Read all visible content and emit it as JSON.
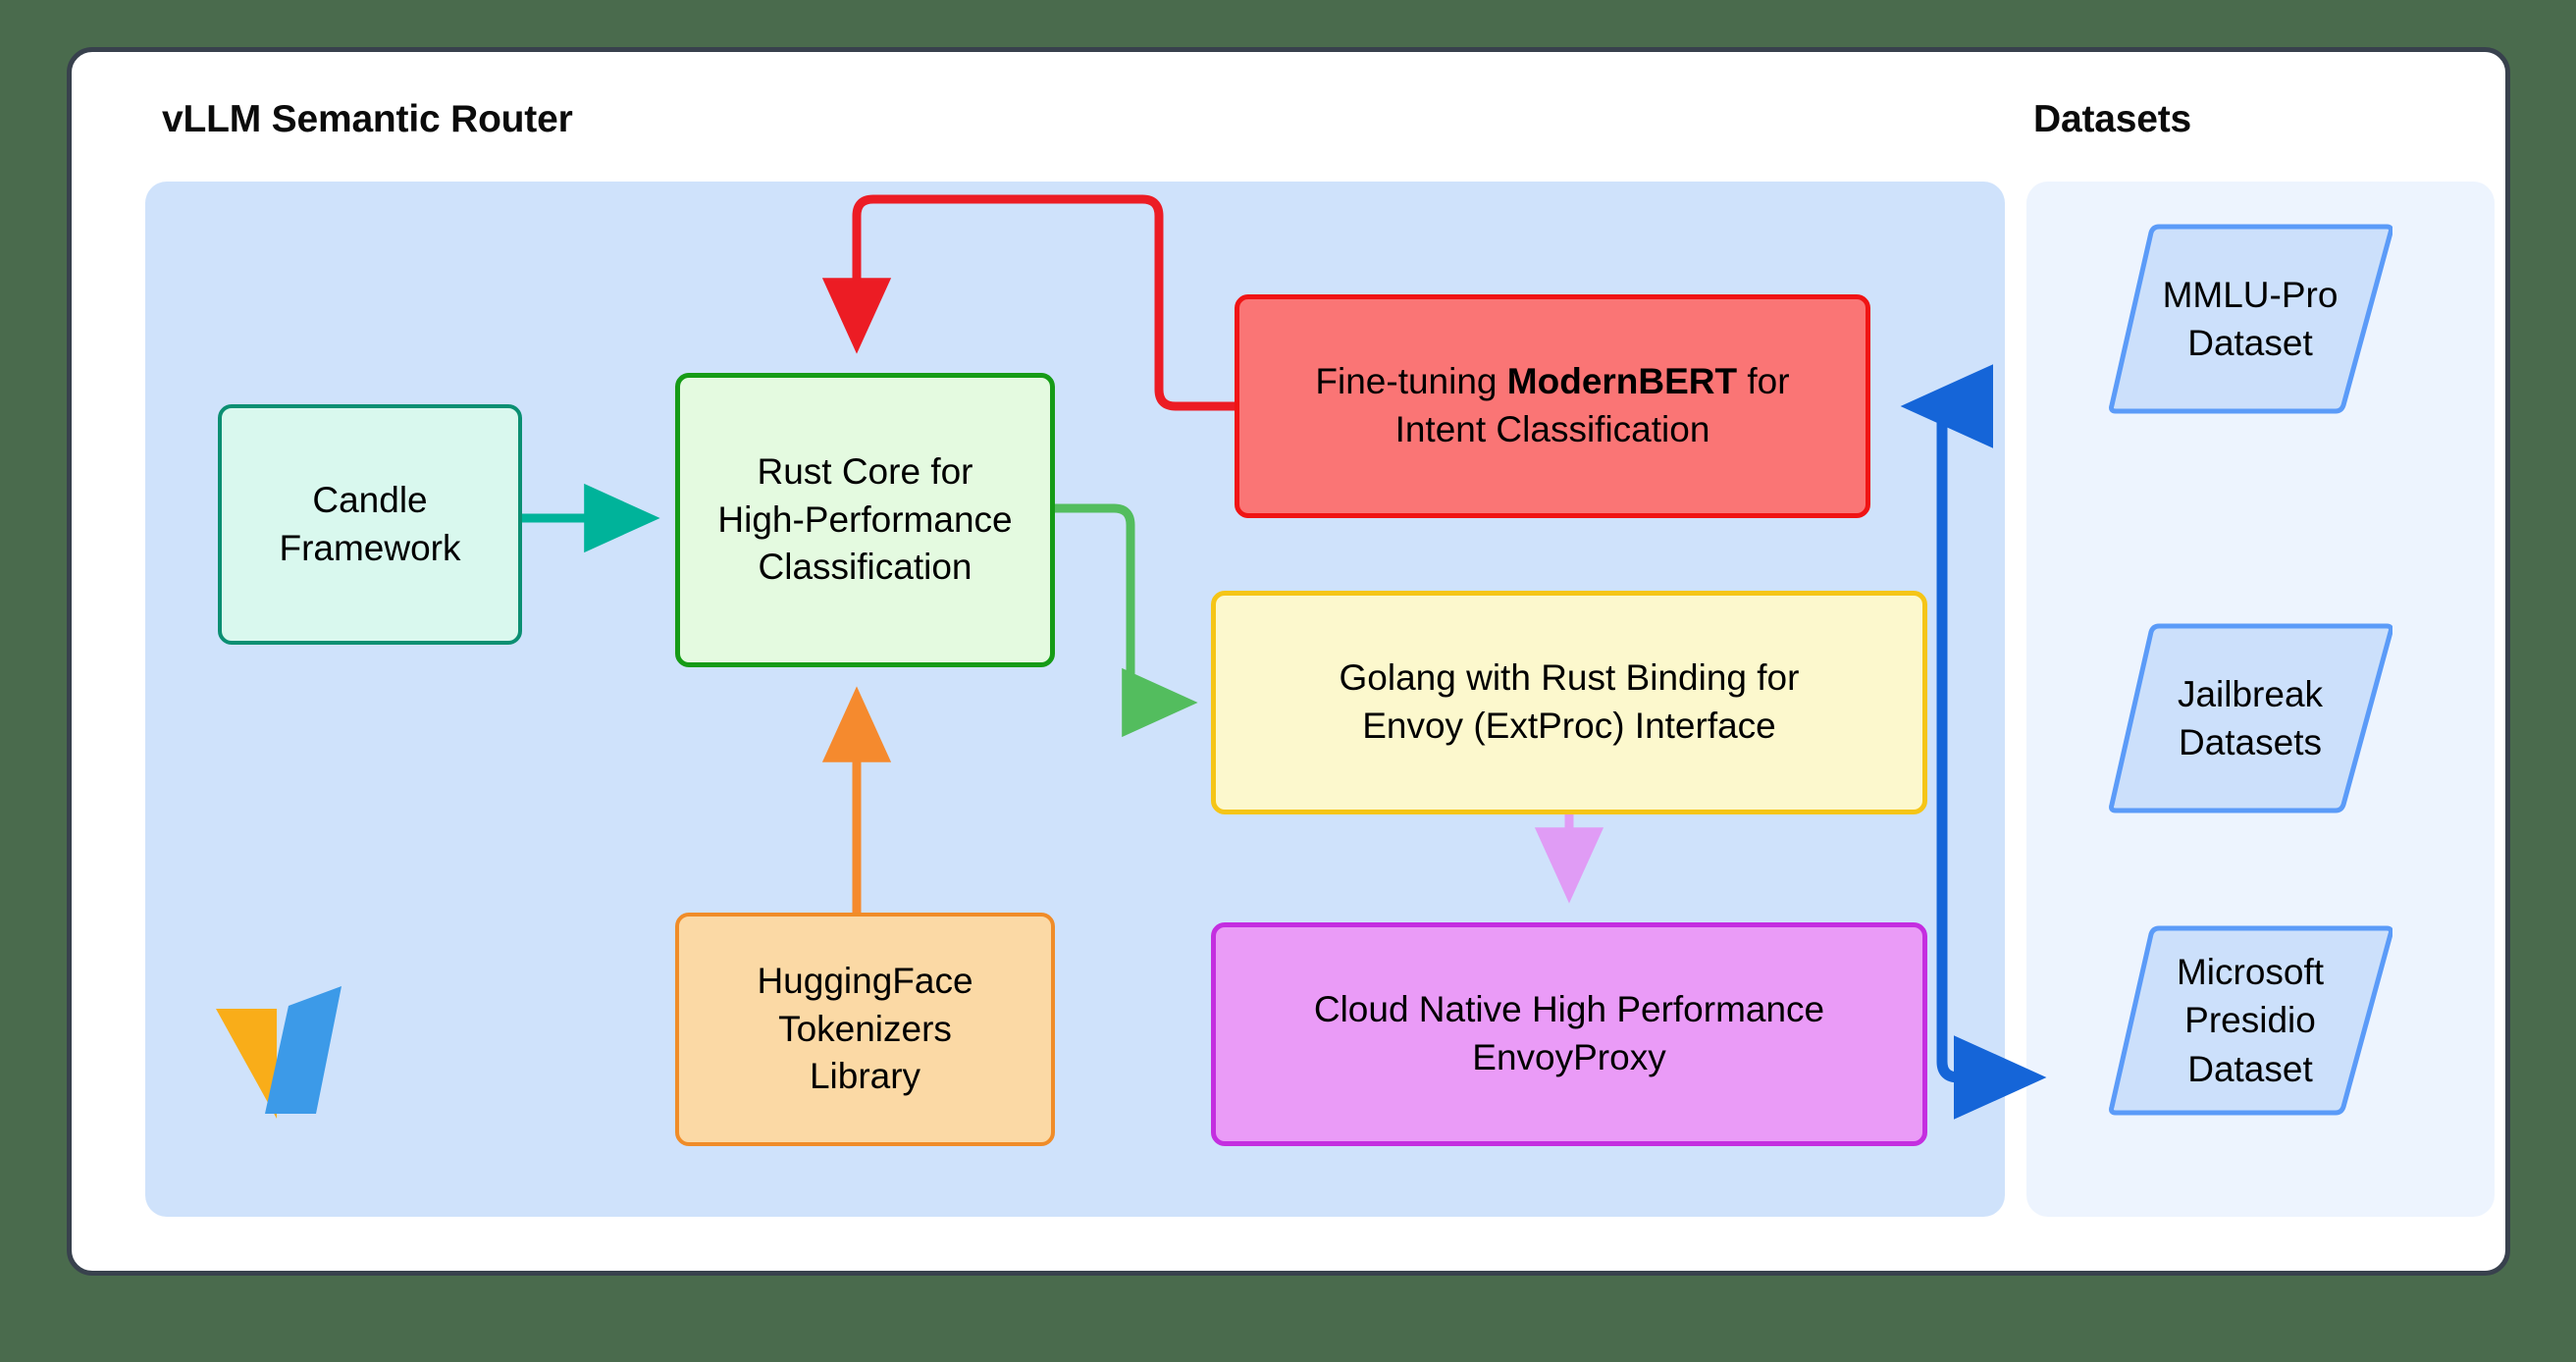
{
  "background_color": "#4a6b4d",
  "card": {
    "background": "#ffffff",
    "border_color": "#38414d"
  },
  "subgraphs": [
    {
      "id": "router",
      "title": "vLLM Semantic Router",
      "fill": "#cfe2fb"
    },
    {
      "id": "datasets",
      "title": "Datasets",
      "fill": "#edf4fe"
    }
  ],
  "nodes": {
    "candle": {
      "lines": [
        "Candle",
        "Framework"
      ],
      "fill": "#d9f8ee",
      "stroke": "#0b8f72"
    },
    "rust_core": {
      "lines": [
        "Rust Core for",
        "High-Performance",
        "Classification"
      ],
      "fill": "#e4fae0",
      "stroke": "#169b16"
    },
    "huggingface": {
      "lines": [
        "HuggingFace",
        "Tokenizers",
        "Library"
      ],
      "fill": "#fbd9a5",
      "stroke": "#f08c28"
    },
    "modernbert": {
      "line1_prefix": "Fine-tuning ",
      "line1_bold": "ModernBERT",
      "line1_suffix": " for",
      "line2": "Intent Classification",
      "fill": "#fa7575",
      "stroke": "#f01414"
    },
    "golang": {
      "lines": [
        "Golang with Rust Binding for",
        "Envoy (ExtProc) Interface"
      ],
      "fill": "#fcf8cd",
      "stroke": "#f5c517"
    },
    "envoy": {
      "lines": [
        "Cloud Native High Performance",
        "EnvoyProxy"
      ],
      "fill": "#ea9bf7",
      "stroke": "#c42ee0"
    }
  },
  "datasets": [
    {
      "id": "mmlu",
      "lines": [
        "MMLU-Pro",
        "Dataset"
      ],
      "fill": "#cce0fb",
      "stroke": "#5b9bf8"
    },
    {
      "id": "jailbreak",
      "lines": [
        "Jailbreak",
        "Datasets"
      ],
      "fill": "#cce0fb",
      "stroke": "#5b9bf8"
    },
    {
      "id": "presidio",
      "lines": [
        "Microsoft",
        "Presidio",
        "Dataset"
      ],
      "fill": "#cce0fb",
      "stroke": "#5b9bf8"
    }
  ],
  "edges": [
    {
      "from": "candle",
      "to": "rust_core",
      "color": "#00b39a"
    },
    {
      "from": "huggingface",
      "to": "rust_core",
      "color": "#f58a2e"
    },
    {
      "from": "rust_core",
      "to": "golang",
      "color": "#53bd5e"
    },
    {
      "from": "modernbert",
      "to": "rust_core",
      "color": "#ec1c24"
    },
    {
      "from": "golang",
      "to": "envoy",
      "color": "#e09cf5"
    },
    {
      "from": "datasets",
      "to": "modernbert",
      "color": "#1565d8"
    },
    {
      "from": "datasets",
      "to": "jailbreak",
      "color": "#1565d8"
    }
  ],
  "logo": {
    "name": "vllm-logo",
    "left_color": "#f9ad19",
    "right_color": "#3c9ae8"
  }
}
